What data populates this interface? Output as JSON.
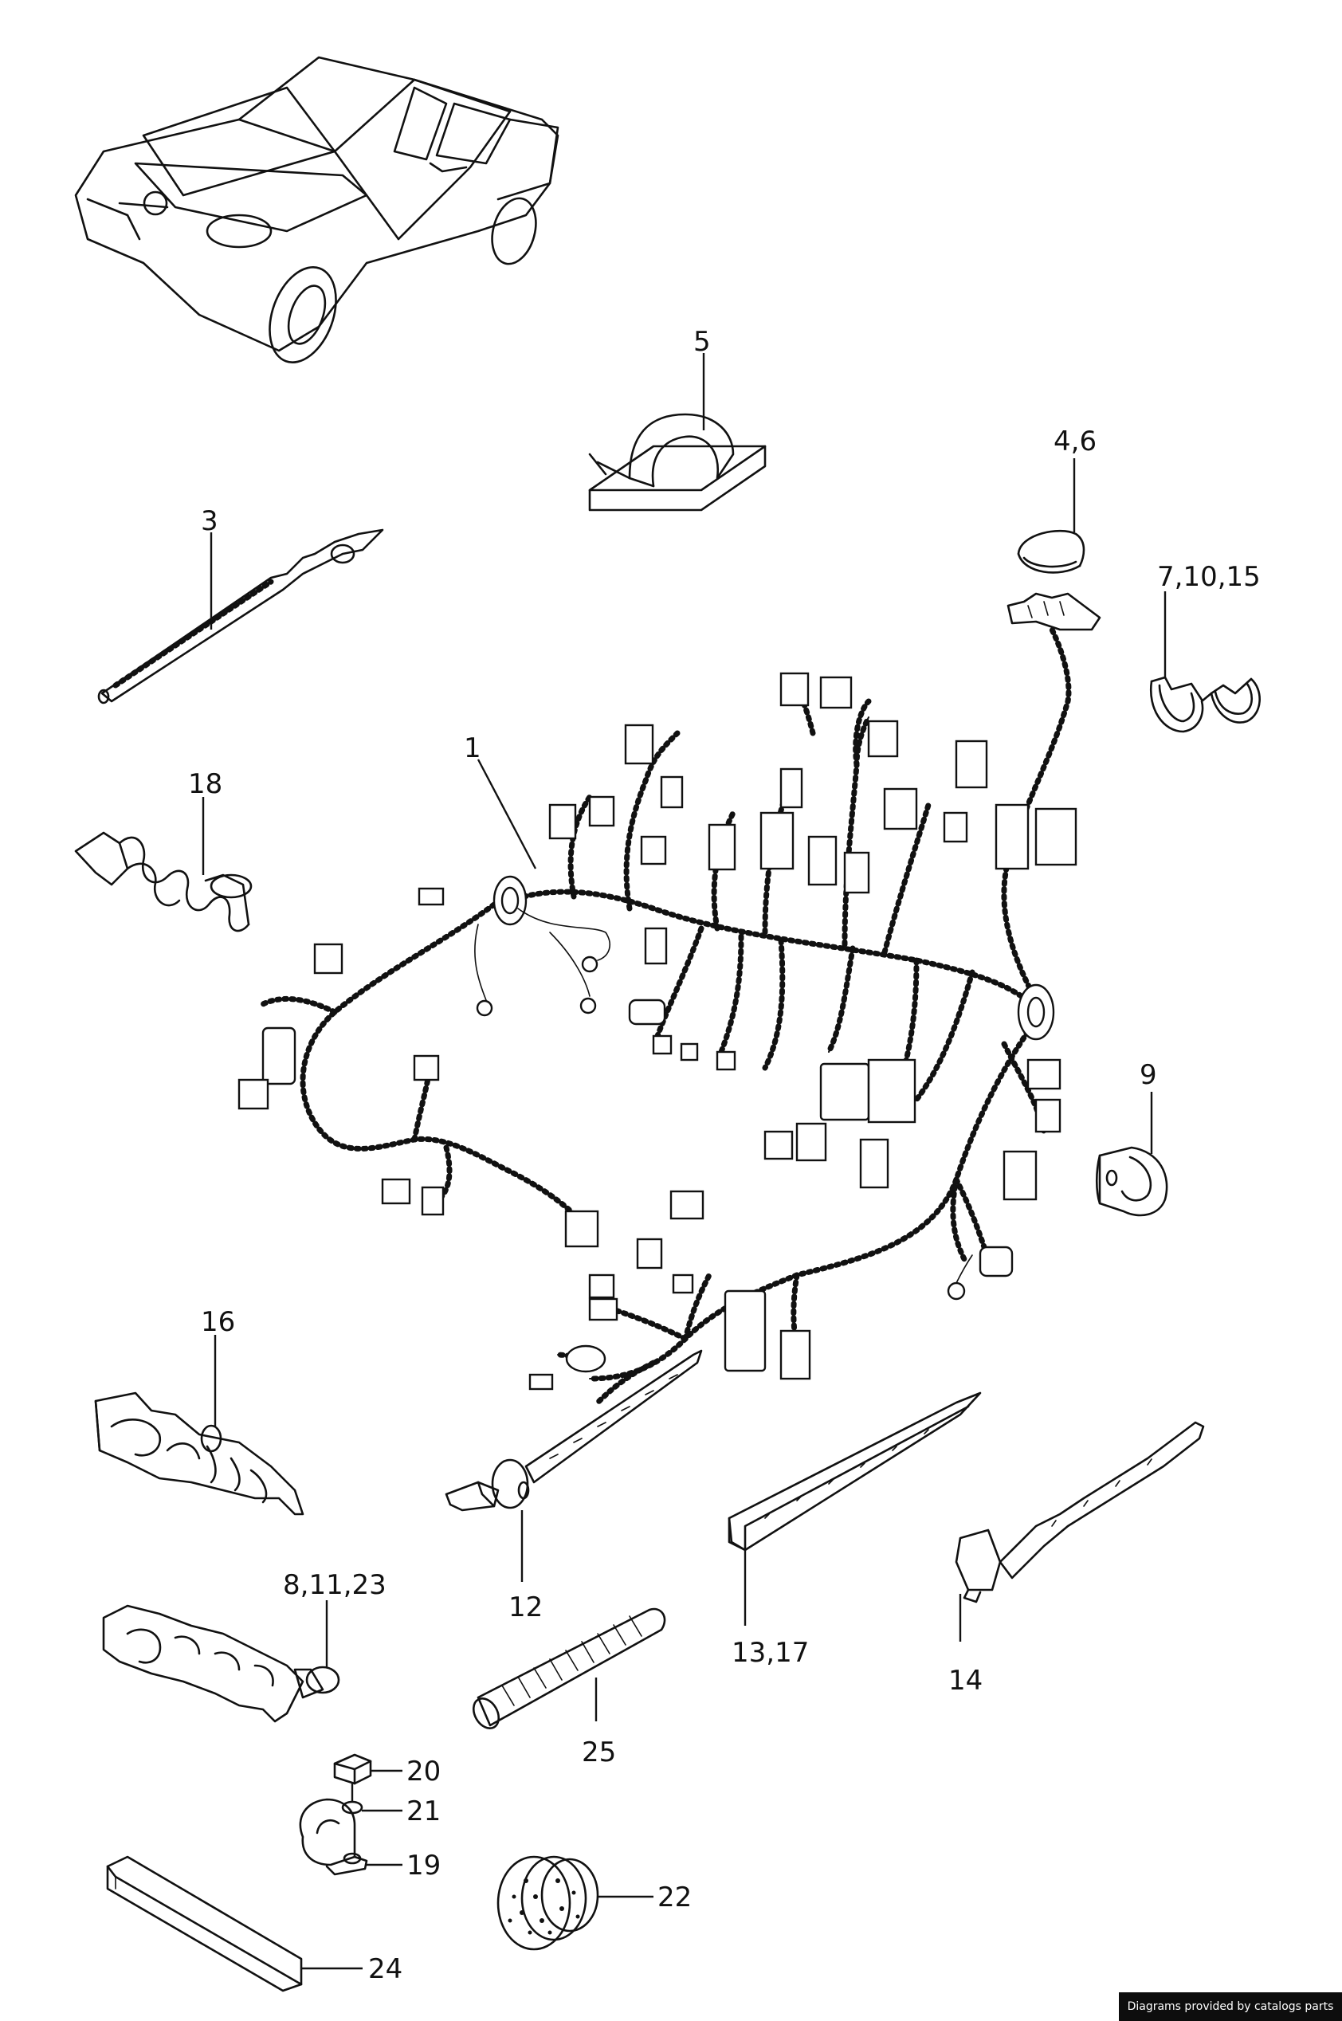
{
  "callouts": {
    "p1": "1",
    "p3": "3",
    "p4_6": "4,6",
    "p5": "5",
    "p7_10_15": "7,10,15",
    "p8_11_23": "8,11,23",
    "p9": "9",
    "p12": "12",
    "p13_17": "13,17",
    "p14": "14",
    "p16": "16",
    "p18": "18",
    "p19": "19",
    "p20": "20",
    "p21": "21",
    "p22": "22",
    "p24": "24",
    "p25": "25"
  },
  "footer": {
    "credit": "Diagrams provided by catalogs parts"
  }
}
